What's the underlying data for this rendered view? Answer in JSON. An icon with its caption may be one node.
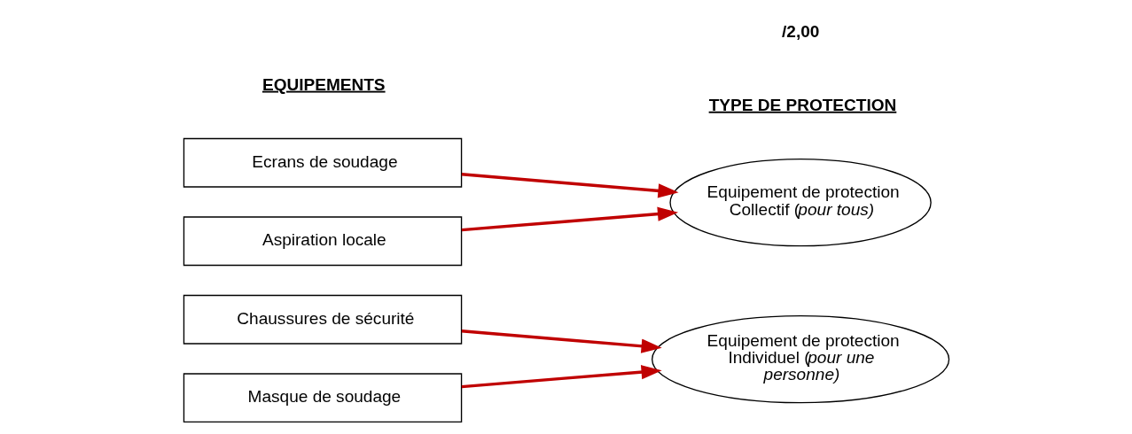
{
  "diagram": {
    "nodes": [
      {
        "text": [
          "Chaussures de sécurité"
        ]
      },
      {
        "text": [
          "Masque de soudage"
        ]
      },
      {
        "text": [
          "Ecrans de soudage"
        ]
      },
      {
        "text": [
          "Aspiration locale"
        ]
      },
      {
        "text": [
          "Equipement de protection Individuel (*pour une personne)*"
        ]
      },
      {
        "text": [
          "Equipement de protection Collectif (*pour tous)*"
        ]
      }
    ],
    "edges": [
      {
        "from": 0,
        "to": 4,
        "arrow": "to",
        "color": "#c00000"
      },
      {
        "from": 1,
        "to": 4,
        "arrow": "to",
        "color": "#c00000"
      },
      {
        "from": 2,
        "to": 5,
        "arrow": "to",
        "color": "#c00000"
      },
      {
        "from": 3,
        "to": 5,
        "arrow": "to",
        "color": "#c00000"
      }
    ],
    "labels": [
      "EQUIPEMENTS",
      "TYPE DE PROTECTION",
      "/2,00"
    ]
  }
}
